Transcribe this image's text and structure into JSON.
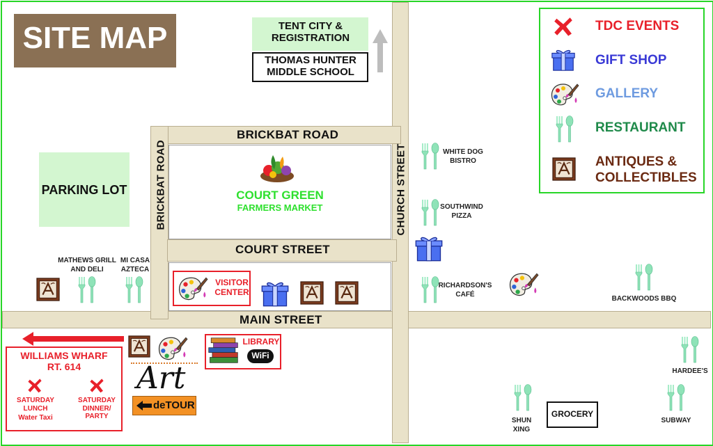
{
  "map": {
    "title": "SITE MAP",
    "roads": {
      "brickbat_horizontal": "BRICKBAT ROAD",
      "brickbat_vertical": "BRICKBAT ROAD",
      "church_street": "CHURCH STREET",
      "court_street": "COURT STREET",
      "main_street": "MAIN STREET"
    },
    "places": {
      "tent_city": "TENT CITY & REGISTRATION",
      "thomas_hunter": "THOMAS HUNTER MIDDLE SCHOOL",
      "parking_lot": "PARKING LOT",
      "court_green_title": "COURT GREEN",
      "court_green_sub": "FARMERS MARKET",
      "mathews": "MATHEWS GRILL AND DELI",
      "mi_casa": "MI CASA AZTECA",
      "visitor_center": "VISITOR CENTER",
      "white_dog": "WHITE DOG BISTRO",
      "southwind": "SOUTHWIND PIZZA",
      "richardsons": "RICHARDSON'S CAFÉ",
      "backwoods": "BACKWOODS BBQ",
      "library": "LIBRARY",
      "wifi": "WiFi",
      "williams_wharf": "WILLIAMS WHARF RT. 614",
      "saturday_lunch": "SATURDAY LUNCH",
      "water_taxi": "Water Taxi",
      "saturday_dinner": "SATURDAY DINNER/ PARTY",
      "art": "Art",
      "detour": "deTOUR",
      "hardees": "HARDEE'S",
      "shun_xing": "SHUN XING",
      "grocery": "GROCERY",
      "subway": "SUBWAY"
    }
  },
  "legend": {
    "items": [
      {
        "label": "TDC EVENTS",
        "icon": "x-mark-icon",
        "color": "#e8202a"
      },
      {
        "label": "GIFT SHOP",
        "icon": "gift-icon",
        "color": "#3a3ad6"
      },
      {
        "label": "GALLERY",
        "icon": "palette-icon",
        "color": "#6e9be0"
      },
      {
        "label": "RESTAURANT",
        "icon": "fork-spoon-icon",
        "color": "#1f8a4a"
      },
      {
        "label": "ANTIQUES & COLLECTIBLES",
        "icon": "antique-icon",
        "color": "#6b2a12"
      }
    ]
  },
  "colors": {
    "border": "#27d627",
    "road": "#e9e2c9",
    "green_area": "#d3f6d0",
    "title_bg": "#8a7054",
    "red": "#e8202a",
    "mint": "#8fe3b8"
  }
}
